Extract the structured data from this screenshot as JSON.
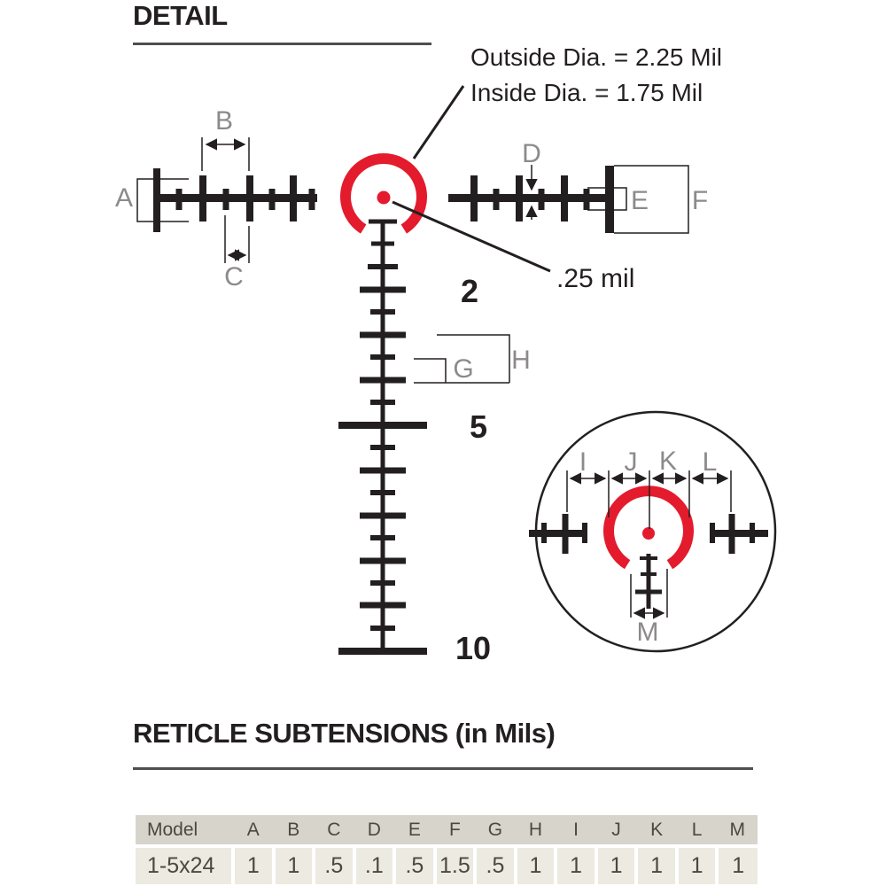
{
  "detail_section": {
    "title": "DETAIL",
    "annotations": {
      "outside_dia": "Outside Dia. = 2.25 Mil",
      "inside_dia": "Inside Dia. = 1.75 Mil",
      "center_dot": ".25 mil"
    },
    "dimension_labels": {
      "A": "A",
      "B": "B",
      "C": "C",
      "D": "D",
      "E": "E",
      "F": "F",
      "G": "G",
      "H": "H"
    },
    "holdover_numbers": [
      "2",
      "5",
      "10"
    ],
    "inset_labels": {
      "I": "I",
      "J": "J",
      "K": "K",
      "L": "L",
      "M": "M"
    }
  },
  "subtensions_section": {
    "title": "RETICLE SUBTENSIONS (in Mils)",
    "table": {
      "headers": [
        "Model",
        "A",
        "B",
        "C",
        "D",
        "E",
        "F",
        "G",
        "H",
        "I",
        "J",
        "K",
        "L",
        "M"
      ],
      "rows": [
        {
          "model": "1-5x24",
          "values": [
            "1",
            "1",
            ".5",
            ".1",
            ".5",
            "1.5",
            ".5",
            "1",
            "1",
            "1",
            "1",
            "1",
            "1"
          ]
        }
      ]
    }
  },
  "colors": {
    "red": "#e31b2c",
    "ink": "#231f20",
    "label_gray": "#8c8a8b",
    "table_header_bg": "#d7d4cb",
    "table_row_bg": "#eceae1",
    "table_text": "#4b4842"
  }
}
